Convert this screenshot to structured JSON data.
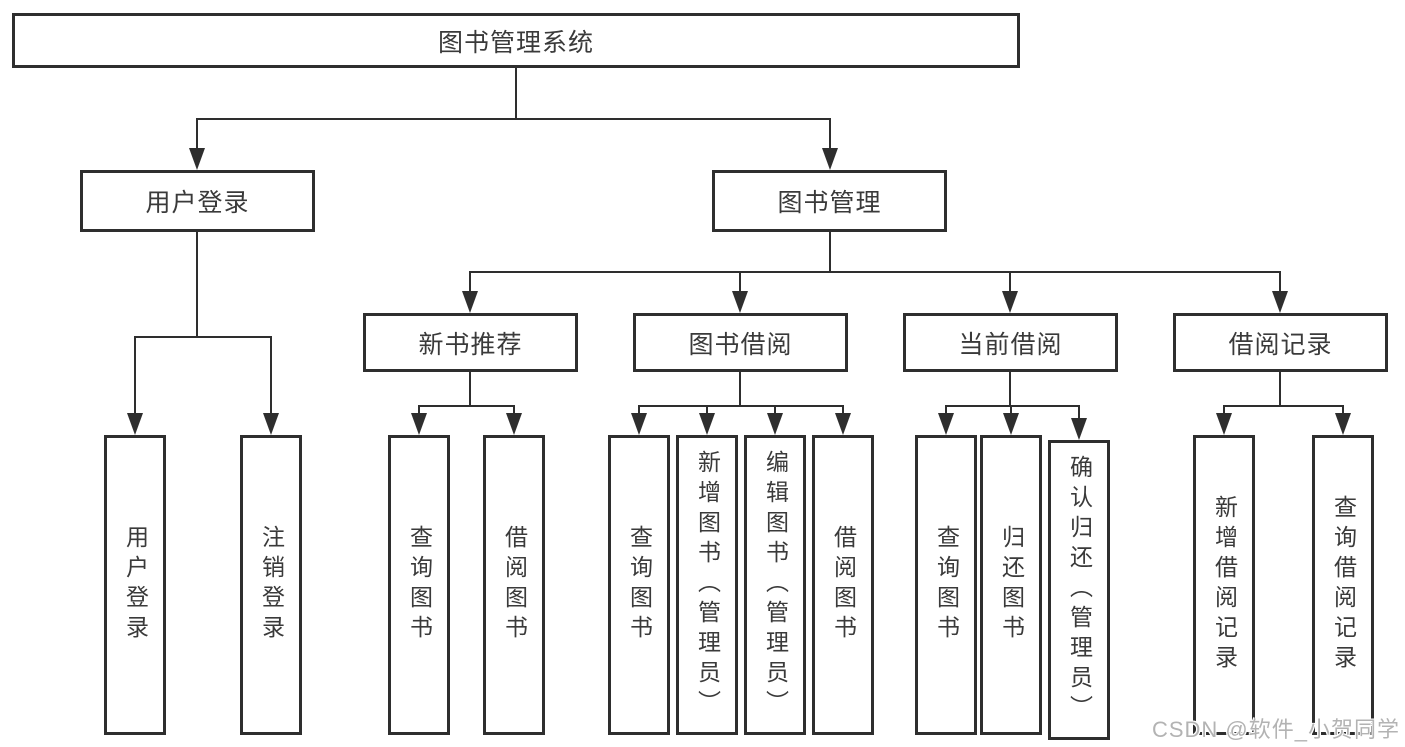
{
  "tree": {
    "root": {
      "label": "图书管理系统"
    },
    "branches": [
      {
        "label": "用户登录",
        "leaves": [
          "用户登录",
          "注销登录"
        ]
      },
      {
        "label": "图书管理",
        "groups": [
          {
            "label": "新书推荐",
            "leaves": [
              "查询图书",
              "借阅图书"
            ]
          },
          {
            "label": "图书借阅",
            "leaves": [
              "查询图书",
              "新增图书（管理员）",
              "编辑图书（管理员）",
              "借阅图书"
            ]
          },
          {
            "label": "当前借阅",
            "leaves": [
              "查询图书",
              "归还图书",
              "确认归还（管理员）"
            ]
          },
          {
            "label": "借阅记录",
            "leaves": [
              "新增借阅记录",
              "查询借阅记录"
            ]
          }
        ]
      }
    ]
  },
  "watermark": {
    "text": "CSDN @软件_小贺同学"
  },
  "colors": {
    "line": "#2e2e2e",
    "text": "#3a3a3a",
    "watermark": "#b3b3b3",
    "background": "#ffffff"
  }
}
